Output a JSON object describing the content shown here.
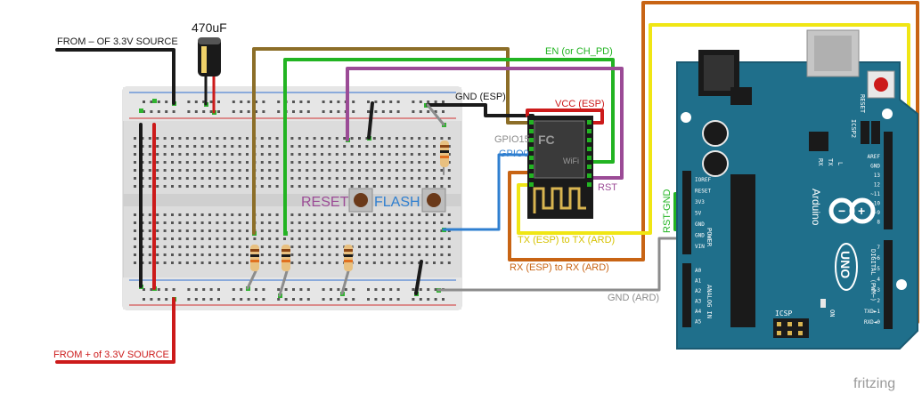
{
  "labels": {
    "from_minus": "FROM – OF 3.3V SOURCE",
    "from_plus": "FROM + of 3.3V SOURCE",
    "capacitor": "470uF",
    "en": "EN (or CH_PD)",
    "gnd_esp": "GND (ESP)",
    "vcc_esp": "VCC (ESP)",
    "gpio15": "GPIO15",
    "gpio0": "GPIO0",
    "rst": "RST",
    "reset": "RESET",
    "flash": "FLASH",
    "tx_to_tx": "TX (ESP) to TX (ARD)",
    "rx_to_rx": "RX (ESP) to RX (ARD)",
    "gnd_ard": "GND (ARD)",
    "rst_gnd": "RST-GND",
    "fritzing": "fritzing"
  },
  "arduino": {
    "brand": "Arduino",
    "model": "UNO",
    "reset": "RESET",
    "icsp2": "ICSP2",
    "icsp": "ICSP",
    "tx": "TX",
    "rx": "RX",
    "l": "L",
    "on": "ON",
    "power": "POWER",
    "analog_in": "ANALOG IN",
    "digital": "DIGITAL (PWM~)",
    "power_pins": [
      "IOREF",
      "RESET",
      "3V3",
      "5V",
      "GND",
      "GND",
      "VIN"
    ],
    "analog_pins": [
      "A0",
      "A1",
      "A2",
      "A3",
      "A4",
      "A5"
    ],
    "digital_top": [
      "AREF",
      "GND",
      "13",
      "12",
      "~11",
      "~10",
      "~9",
      "8"
    ],
    "digital_bottom": [
      "7",
      "~6",
      "~5",
      "4",
      "~3",
      "2",
      "TXD►1",
      "RXD◄0"
    ]
  },
  "colors": {
    "black": "#1a1a1a",
    "red": "#cc1a1a",
    "green": "#22b422",
    "orange": "#c86414",
    "yellow": "#f0e614",
    "purple": "#9b4b96",
    "olive": "#8c6e28",
    "grey": "#8c8c8c",
    "blue": "#2f7fd0",
    "arduino_teal": "#1f6f8b"
  }
}
